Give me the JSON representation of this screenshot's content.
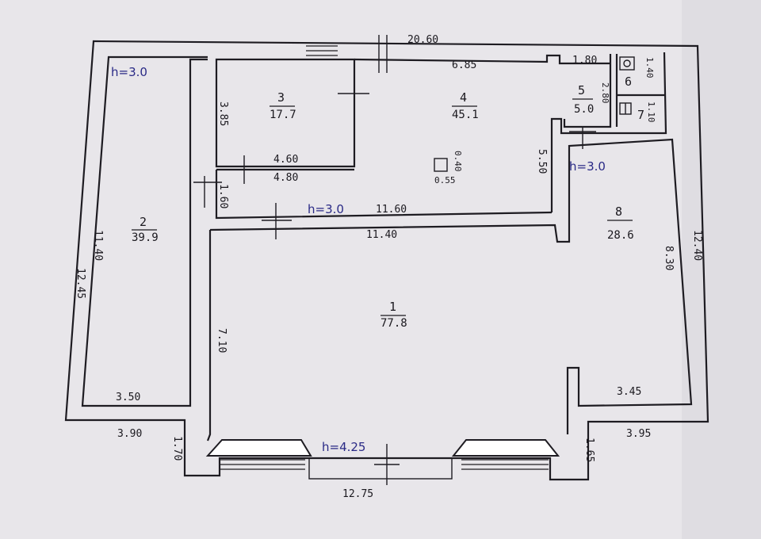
{
  "plan": {
    "overall_top_width": "20.60",
    "overall_left_height": "12.45",
    "overall_right_height": "12.40",
    "bottom_front_width": "12.75",
    "bottom_left_offset": "3.90",
    "bottom_right_offset": "3.95",
    "bottom_left_depth": "1.70",
    "bottom_right_depth": "1.65",
    "ceiling_labels": {
      "room2": "h=3.0",
      "corridor": "h=3.0",
      "room8": "h=3.0",
      "entrance": "h=4.25"
    },
    "rooms": [
      {
        "id": "1",
        "area": "77.8"
      },
      {
        "id": "2",
        "area": "39.9"
      },
      {
        "id": "3",
        "area": "17.7"
      },
      {
        "id": "4",
        "area": "45.1"
      },
      {
        "id": "5",
        "area": "5.0"
      },
      {
        "id": "6",
        "area": ""
      },
      {
        "id": "7",
        "area": ""
      },
      {
        "id": "8",
        "area": "28.6"
      }
    ],
    "dims": {
      "room4_top": "6.85",
      "room5_top": "1.80",
      "room6_height": "1.40",
      "room5_height": "2.80",
      "room7_height": "1.10",
      "room3_height": "3.85",
      "room3_width_top": "4.60",
      "room3_width_bottom": "4.80",
      "column_depth": "0.40",
      "column_width": "0.55",
      "wall_height_right": "5.50",
      "corridor_small": "1.60",
      "corridor_top": "11.60",
      "corridor_bottom": "11.40",
      "room2_height": "11.40",
      "room2_width": "3.50",
      "room1_height": "7.10",
      "room8_height": "8.30",
      "room8_width": "3.45"
    }
  }
}
